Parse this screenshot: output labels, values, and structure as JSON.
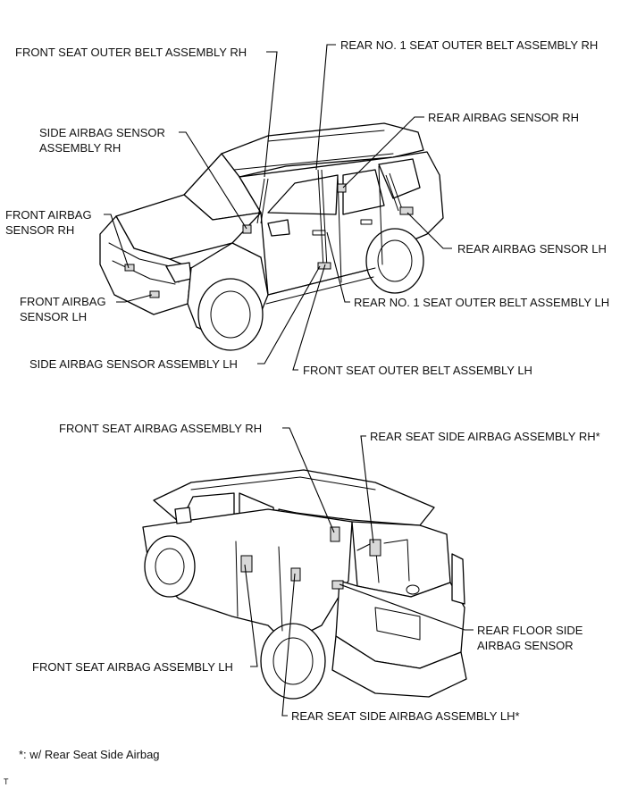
{
  "diagram": {
    "labels": {
      "front_seat_outer_belt_rh": "FRONT SEAT OUTER BELT ASSEMBLY RH",
      "rear_no1_seat_outer_belt_rh": "REAR NO. 1 SEAT OUTER BELT ASSEMBLY RH",
      "rear_airbag_sensor_rh": "REAR AIRBAG SENSOR RH",
      "side_airbag_sensor_rh_line1": "SIDE AIRBAG SENSOR",
      "side_airbag_sensor_rh_line2": "ASSEMBLY RH",
      "front_airbag_sensor_rh_line1": "FRONT AIRBAG",
      "front_airbag_sensor_rh_line2": "SENSOR RH",
      "rear_airbag_sensor_lh": "REAR AIRBAG SENSOR LH",
      "front_airbag_sensor_lh_line1": "FRONT AIRBAG",
      "front_airbag_sensor_lh_line2": "SENSOR LH",
      "rear_no1_seat_outer_belt_lh": "REAR NO. 1 SEAT OUTER BELT ASSEMBLY LH",
      "side_airbag_sensor_lh": "SIDE AIRBAG SENSOR ASSEMBLY LH",
      "front_seat_outer_belt_lh": "FRONT SEAT OUTER BELT ASSEMBLY LH",
      "front_seat_airbag_rh": "FRONT SEAT AIRBAG ASSEMBLY RH",
      "rear_seat_side_airbag_rh": "REAR SEAT SIDE AIRBAG ASSEMBLY RH*",
      "rear_floor_side_airbag_sensor_line1": "REAR FLOOR SIDE",
      "rear_floor_side_airbag_sensor_line2": "AIRBAG SENSOR",
      "front_seat_airbag_lh": "FRONT SEAT AIRBAG ASSEMBLY LH",
      "rear_seat_side_airbag_lh": "REAR SEAT SIDE AIRBAG ASSEMBLY LH*"
    },
    "footnote": "*: w/ Rear Seat Side Airbag",
    "corner_mark": "T"
  }
}
